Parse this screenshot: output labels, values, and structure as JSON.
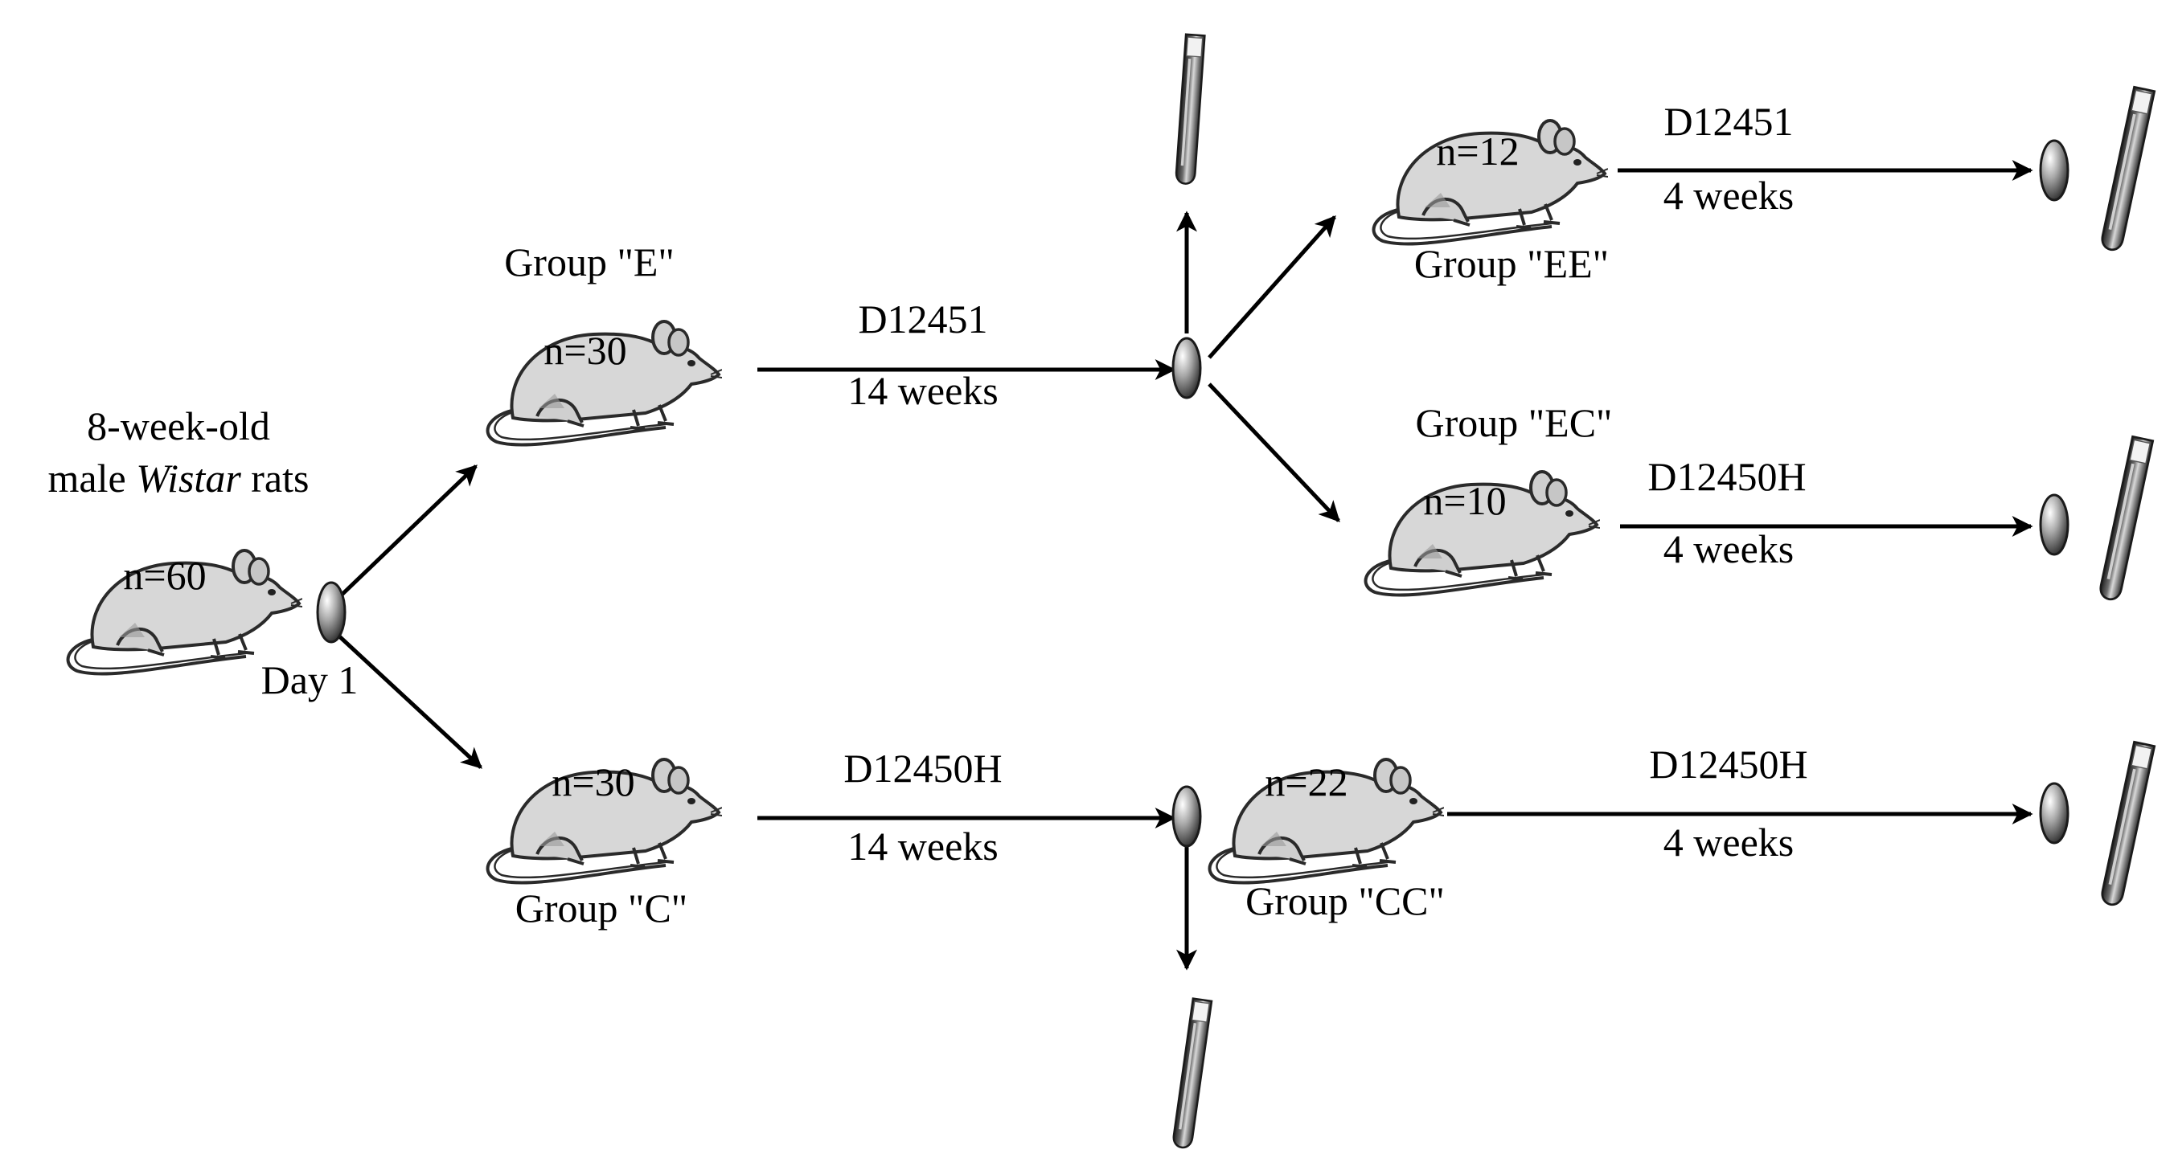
{
  "start": {
    "line1": "8-week-old",
    "line2_pre": "male ",
    "line2_italic": "Wistar",
    "line2_post": " rats",
    "count": "n=60",
    "day_label": "Day 1"
  },
  "group_e": {
    "label": "Group \"E\"",
    "count": "n=30"
  },
  "group_c": {
    "label": "Group \"C\"",
    "count": "n=30"
  },
  "group_ee": {
    "label": "Group \"EE\"",
    "count": "n=12"
  },
  "group_ec": {
    "label": "Group \"EC\"",
    "count": "n=10"
  },
  "group_cc": {
    "label": "Group \"CC\"",
    "count": "n=22"
  },
  "arrows": {
    "e_diet": "D12451",
    "e_duration": "14 weeks",
    "c_diet": "D12450H",
    "c_duration": "14 weeks",
    "ee_diet": "D12451",
    "ee_duration": "4 weeks",
    "ec_diet": "D12450H",
    "ec_duration": "4 weeks",
    "cc_diet": "D12450H",
    "cc_duration": "4 weeks"
  },
  "colors": {
    "rat_fill": "#d7d7d7",
    "rat_stroke": "#2a2a2a",
    "tube_blood": "#3a3a3a",
    "node": "#8a8a8a"
  }
}
